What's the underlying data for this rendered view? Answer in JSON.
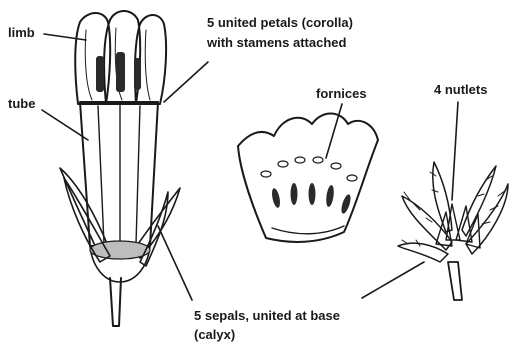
{
  "labels": {
    "limb": "limb",
    "tube": "tube",
    "petals_line1": "5 united petals (corolla)",
    "petals_line2": "with stamens attached",
    "fornices": "fornices",
    "nutlets": "4 nutlets",
    "sepals_line1": "5 sepals, united at base",
    "sepals_line2": "(calyx)"
  },
  "colors": {
    "ink": "#1a1a1a",
    "background": "#ffffff",
    "shade": "#cfcfcf",
    "dark": "#2a2a2a"
  }
}
